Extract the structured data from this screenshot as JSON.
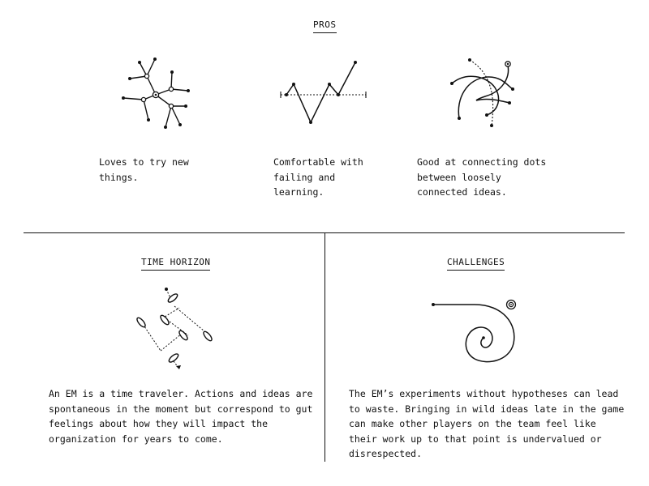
{
  "pros": {
    "heading": "PROS",
    "items": [
      {
        "text": "Loves to try new things.",
        "icon": "network-burst-icon"
      },
      {
        "text": "Comfortable with failing and learning.",
        "icon": "zigzag-line-icon"
      },
      {
        "text": "Good at connecting dots between loosely connected ideas.",
        "icon": "connecting-curves-icon"
      }
    ]
  },
  "time_horizon": {
    "heading": "TIME HORIZON",
    "text": "An EM is a time traveler. Actions and ideas are spontaneous in the moment but correspond to gut feelings about how they will impact the organization for years to come.",
    "icon": "time-portals-icon"
  },
  "challenges": {
    "heading": "CHALLENGES",
    "text": "The EM’s experiments without hypotheses can lead to waste. Bringing in wild ideas late in the game can make other players on the team feel like their work up to that point is undervalued or disrespected.",
    "icon": "spiral-target-icon"
  }
}
